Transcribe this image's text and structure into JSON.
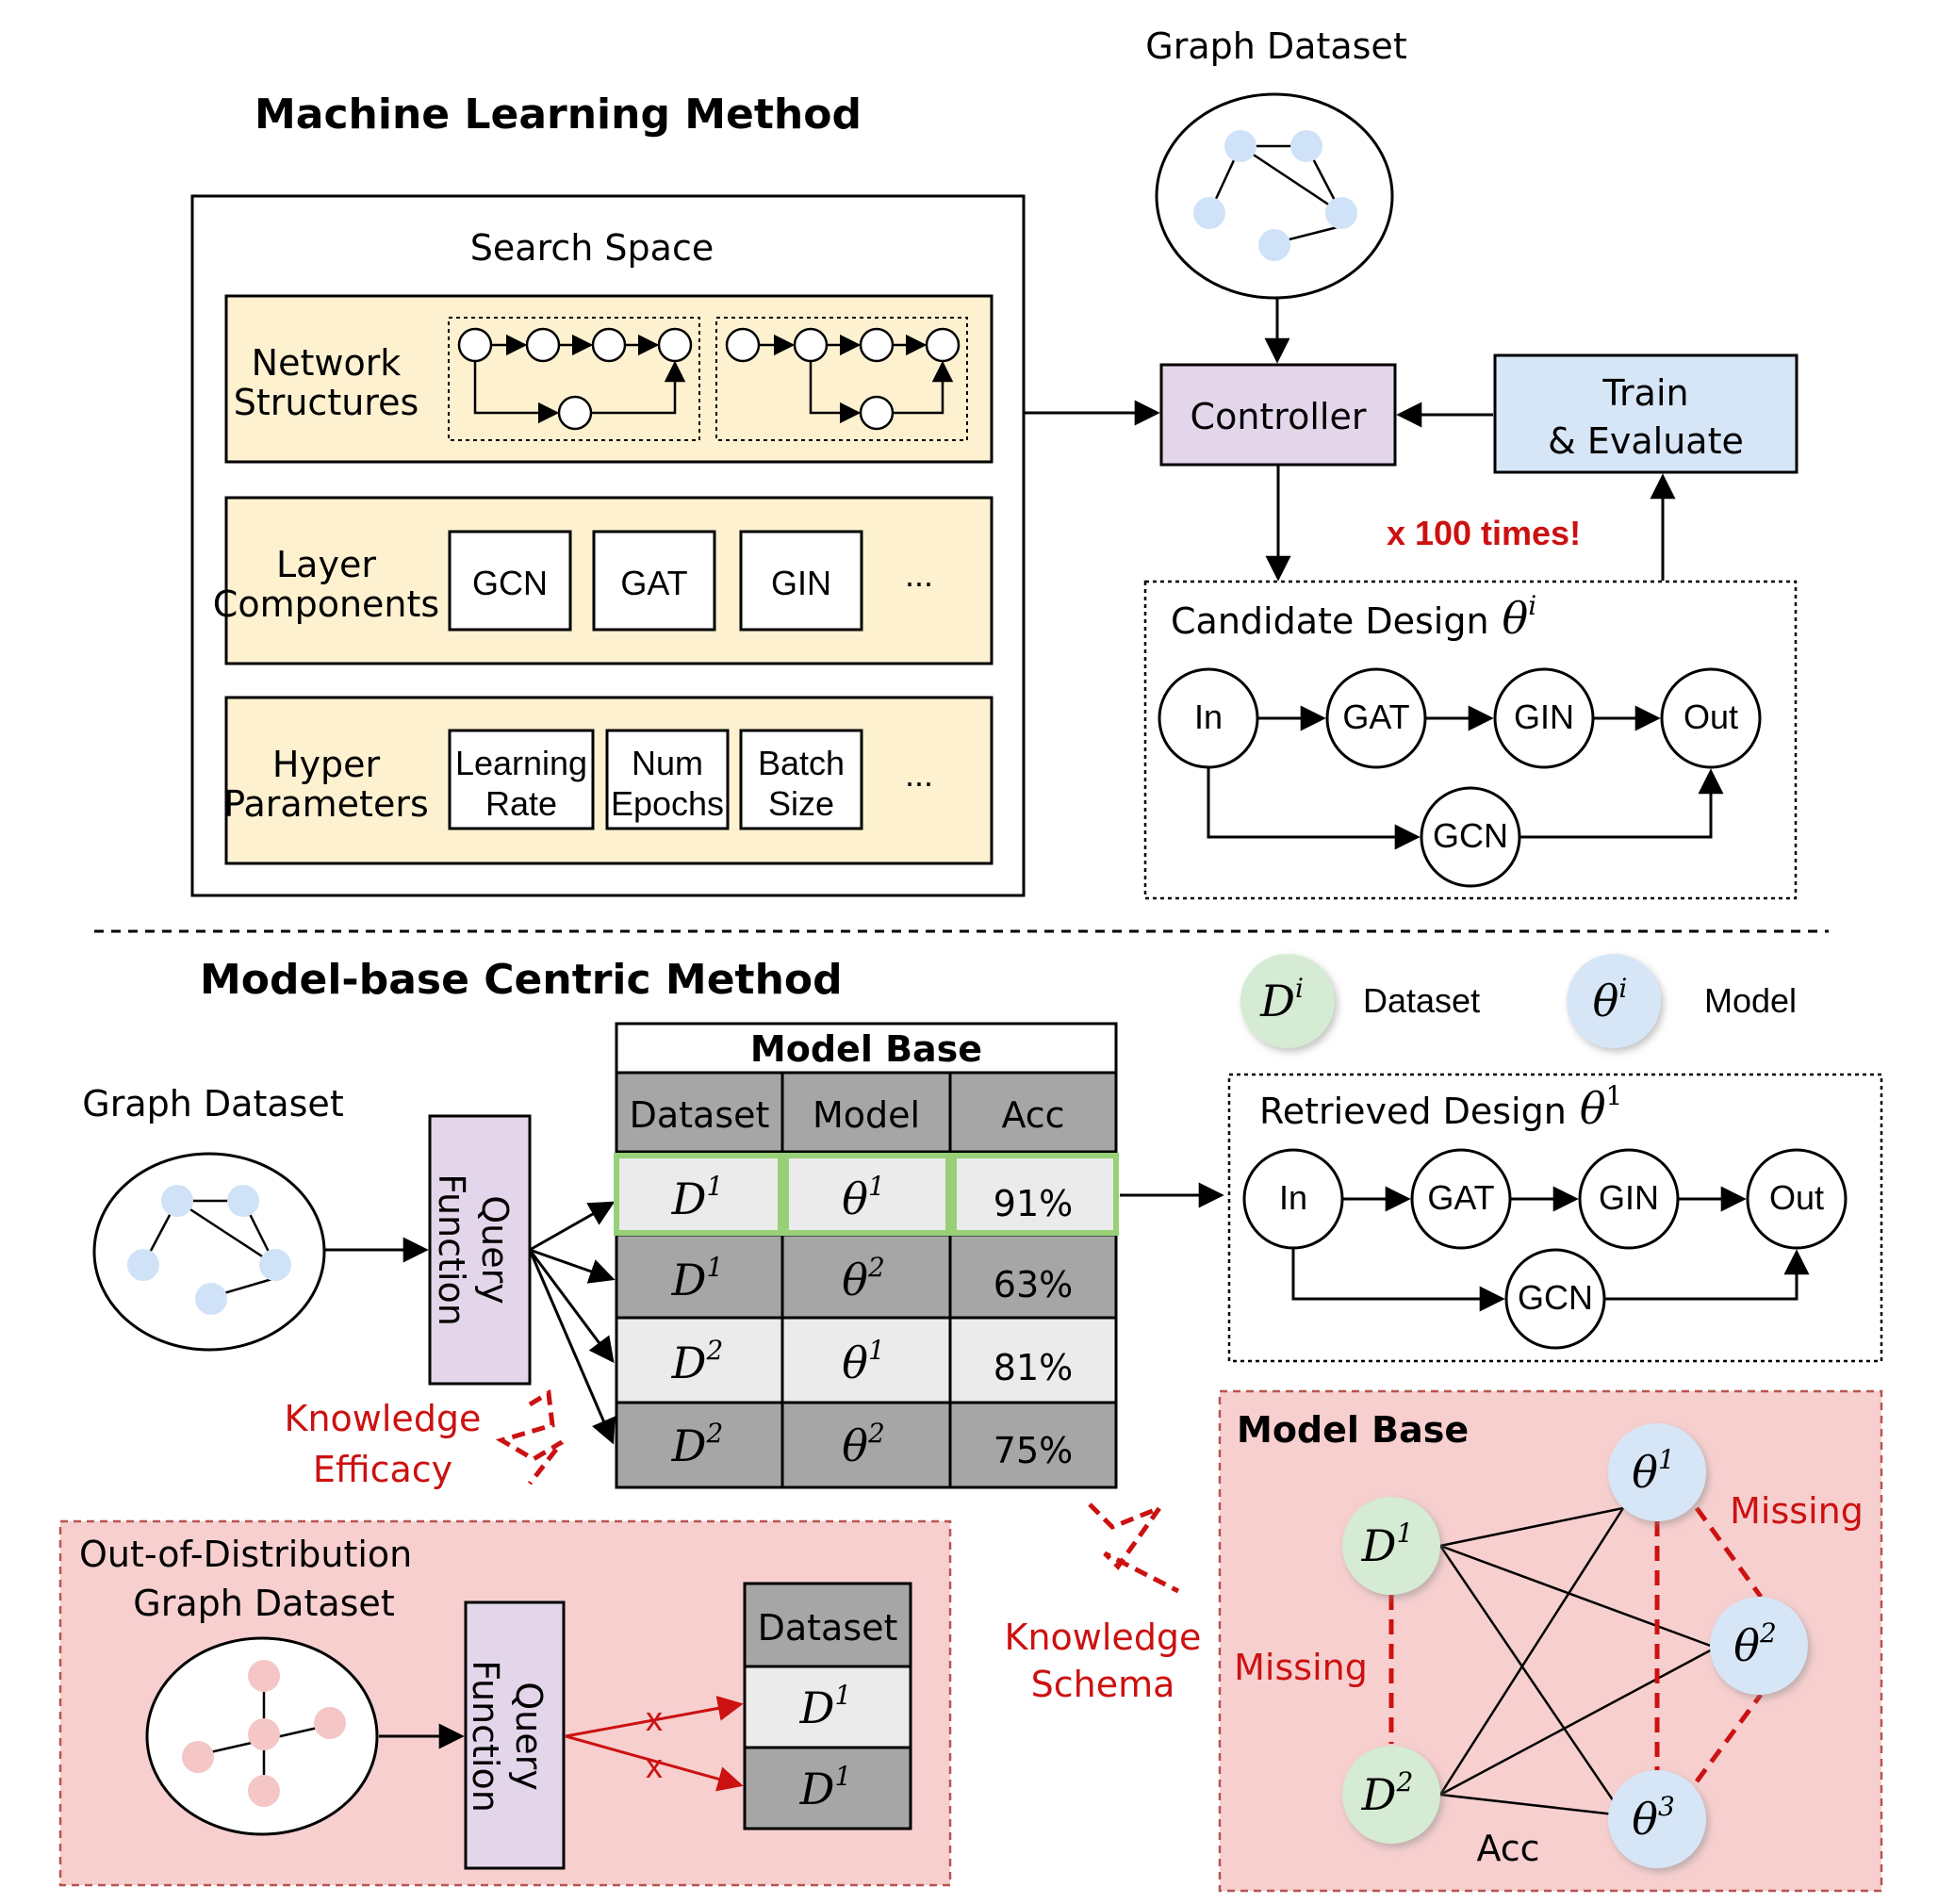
{
  "top": {
    "title": "Machine Learning Method",
    "graph_dataset_label": "Graph Dataset",
    "search_space": {
      "title": "Search Space",
      "rows": [
        {
          "label_lines": [
            "Network",
            "Structures"
          ]
        },
        {
          "label_lines": [
            "Layer",
            "Components"
          ],
          "items": [
            "GCN",
            "GAT",
            "GIN"
          ],
          "more": "..."
        },
        {
          "label_lines": [
            "Hyper",
            "Parameters"
          ],
          "items": [
            [
              "Learning",
              "Rate"
            ],
            [
              "Num",
              "Epochs"
            ],
            [
              "Batch",
              "Size"
            ]
          ],
          "more": "..."
        }
      ]
    },
    "controller": "Controller",
    "train_evaluate": [
      "Train",
      "& Evaluate"
    ],
    "repeat_note": "x 100 times!",
    "candidate": {
      "title": "Candidate Design",
      "symbol": "θ",
      "sup": "i",
      "nodes": [
        "In",
        "GAT",
        "GIN",
        "Out",
        "GCN"
      ]
    }
  },
  "bottom": {
    "title": "Model-base Centric Method",
    "legend": [
      {
        "symbol": "D",
        "sup": "i",
        "label": "Dataset",
        "color": "#d5ebd3"
      },
      {
        "symbol": "θ",
        "sup": "i",
        "label": "Model",
        "color": "#d7e6f7"
      }
    ],
    "graph_dataset_label": "Graph Dataset",
    "query_function": [
      "Query",
      "Function"
    ],
    "model_base_table": {
      "title": "Model Base",
      "headers": [
        "Dataset",
        "Model",
        "Acc"
      ],
      "rows": [
        {
          "dataset": "D",
          "dsup": "1",
          "model": "θ",
          "msup": "1",
          "acc": "91%"
        },
        {
          "dataset": "D",
          "dsup": "1",
          "model": "θ",
          "msup": "2",
          "acc": "63%"
        },
        {
          "dataset": "D",
          "dsup": "2",
          "model": "θ",
          "msup": "1",
          "acc": "81%"
        },
        {
          "dataset": "D",
          "dsup": "2",
          "model": "θ",
          "msup": "2",
          "acc": "75%"
        }
      ]
    },
    "retrieved": {
      "title": "Retrieved Design",
      "symbol": "θ",
      "sup": "1",
      "nodes": [
        "In",
        "GAT",
        "GIN",
        "Out",
        "GCN"
      ]
    },
    "knowledge_efficacy": [
      "Knowledge",
      "Efficacy"
    ],
    "knowledge_schema": [
      "Knowledge",
      "Schema"
    ],
    "ood": {
      "title_lines": [
        "Out-of-Distribution",
        "Graph Dataset"
      ],
      "query_function": [
        "Query",
        "Function"
      ],
      "table_header": "Dataset",
      "rows": [
        {
          "symbol": "D",
          "sup": "1"
        },
        {
          "symbol": "D",
          "sup": "1"
        }
      ],
      "arrow_marks": [
        "x",
        "x"
      ]
    },
    "model_base_graph": {
      "title": "Model Base",
      "missing_left": "Missing",
      "missing_right": "Missing",
      "edge_label": "Acc",
      "datasets": [
        {
          "symbol": "D",
          "sup": "1"
        },
        {
          "symbol": "D",
          "sup": "2"
        }
      ],
      "models": [
        {
          "symbol": "θ",
          "sup": "1"
        },
        {
          "symbol": "θ",
          "sup": "2"
        },
        {
          "symbol": "θ",
          "sup": "3"
        }
      ]
    }
  },
  "colors": {
    "yellow": "#fdf1d0",
    "purple": "#e3d6eb",
    "blue": "#d7e6f7",
    "pink": "#f7cfcf",
    "green_highlight": "#97d077",
    "red": "#cc1111",
    "node_blue": "#cfe2f7",
    "node_pink": "#f4c6c6"
  }
}
